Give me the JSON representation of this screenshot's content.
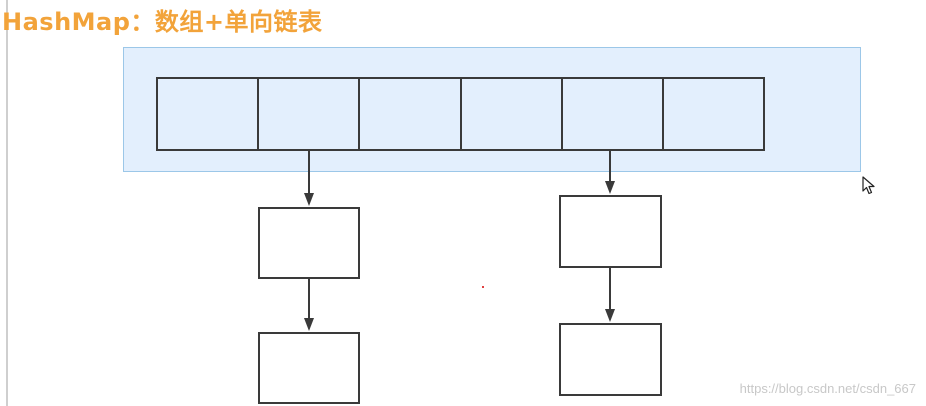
{
  "title": "HashMap：数组+单向链表",
  "array": {
    "cell_count": 6
  },
  "linked_lists": [
    {
      "array_index": 1,
      "node_count": 2
    },
    {
      "array_index": 4,
      "node_count": 2
    }
  ],
  "watermark": "https://blog.csdn.net/csdn_667",
  "colors": {
    "title": "#f2a33a",
    "highlight_fill": "#e3effd",
    "highlight_border": "#9cc7e8",
    "box_stroke": "#3a3a3a"
  },
  "icons": [
    "mouse-cursor-icon"
  ]
}
